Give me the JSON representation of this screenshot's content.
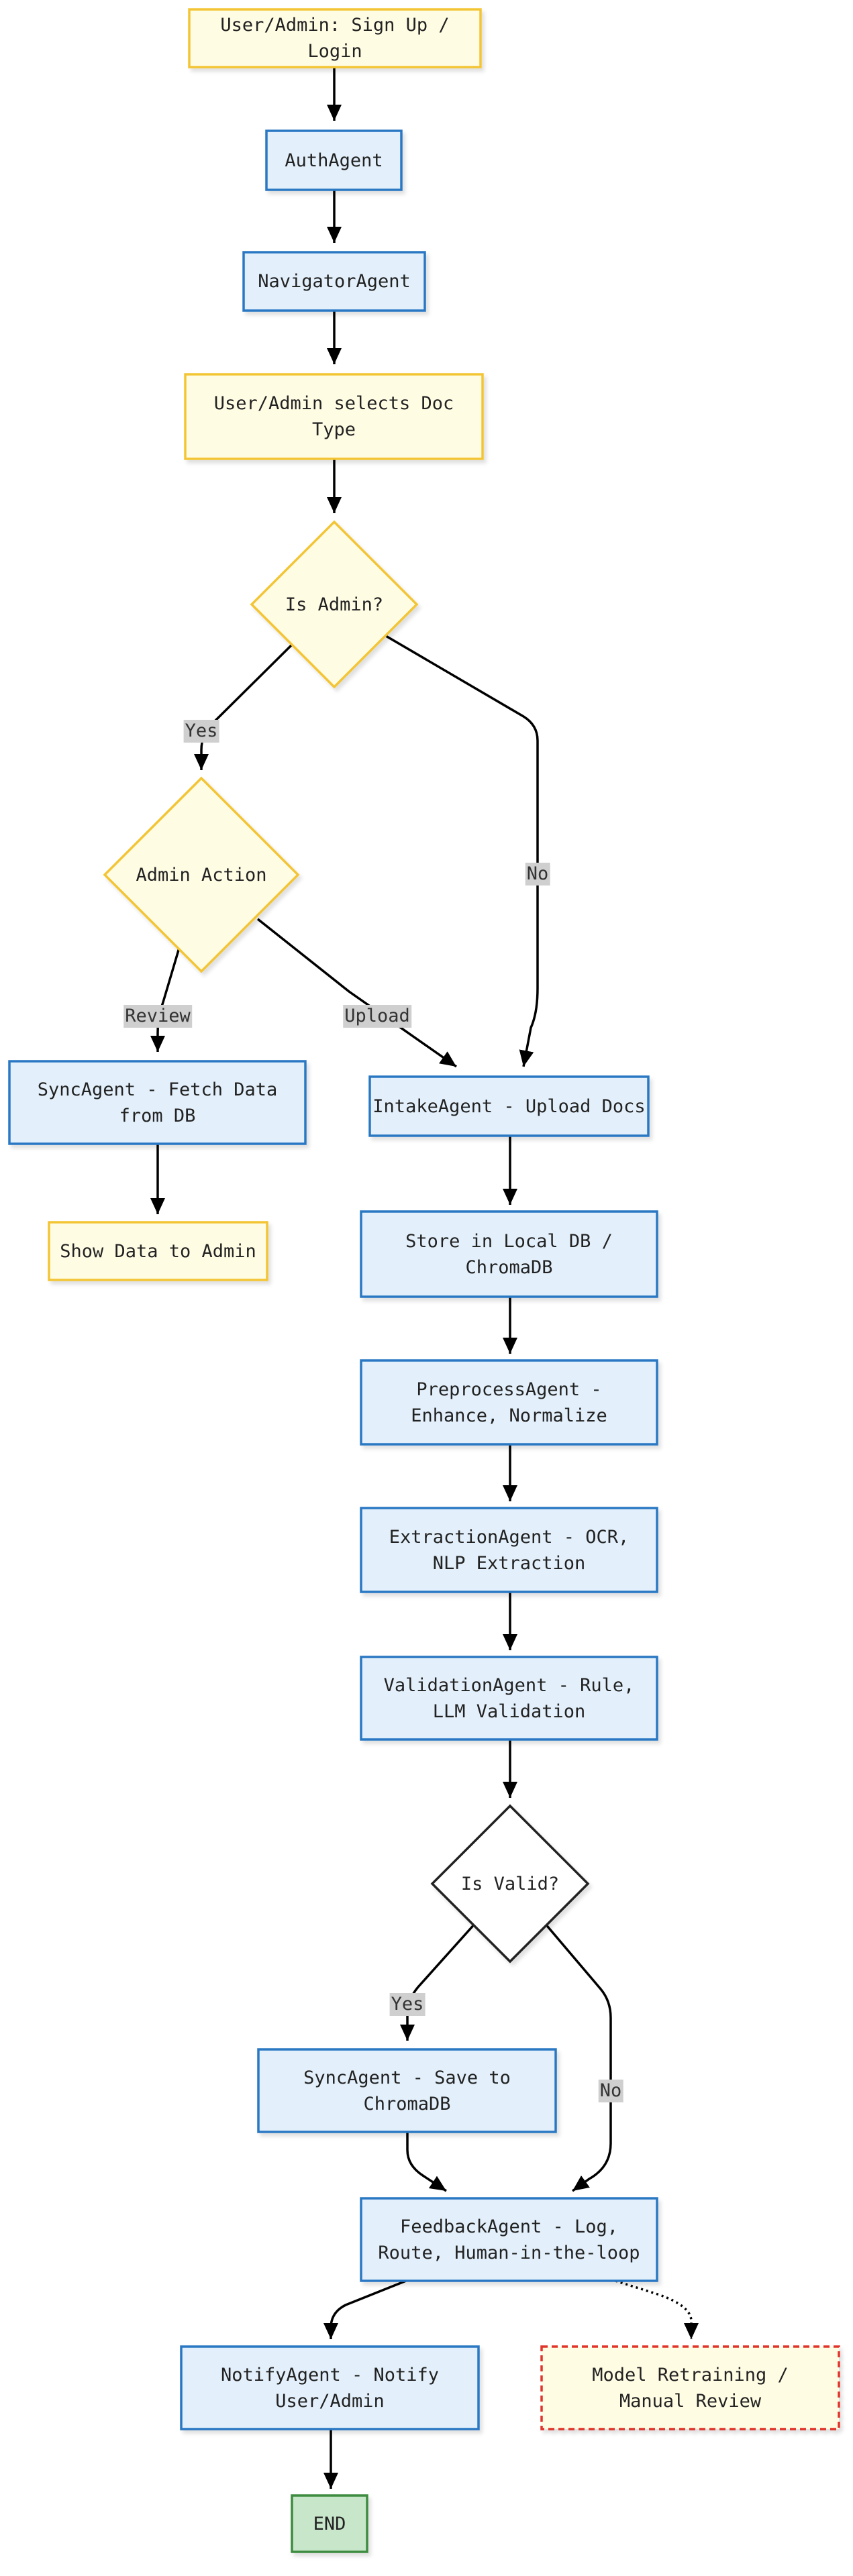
{
  "colors": {
    "process_fill": "#e3f0fb",
    "process_stroke": "#2a78c3",
    "io_fill": "#fffce4",
    "io_stroke": "#f3c534",
    "decision_fill": "#fffce4",
    "decision_stroke": "#f3c534",
    "decision_plain_fill": "#ffffff",
    "decision_plain_stroke": "#222222",
    "retrain_stroke": "#e0342b",
    "end_fill": "#c8e6c9",
    "end_stroke": "#3c8c40",
    "edge": "#000000"
  },
  "nodes": {
    "login": "User/Admin: Sign Up / Login",
    "auth_agent": "AuthAgent",
    "navigator_agent": "NavigatorAgent",
    "select_doc_type": "User/Admin selects Doc Type",
    "is_admin": "Is Admin?",
    "admin_action": "Admin Action",
    "sync_fetch": "SyncAgent - Fetch Data from DB",
    "show_data": "Show Data to Admin",
    "intake_agent": "IntakeAgent - Upload Docs",
    "store_local": "Store in Local DB / ChromaDB",
    "preprocess_agent": "PreprocessAgent - Enhance, Normalize",
    "extraction_agent": "ExtractionAgent - OCR, NLP Extraction",
    "validation_agent": "ValidationAgent - Rule, LLM Validation",
    "is_valid": "Is Valid?",
    "sync_save": "SyncAgent - Save to ChromaDB",
    "feedback_agent": "FeedbackAgent - Log, Route, Human-in-the-loop",
    "notify_agent": "NotifyAgent - Notify User/Admin",
    "model_retraining": "Model Retraining / Manual Review",
    "end": "END"
  },
  "edge_labels": {
    "is_admin_yes": "Yes",
    "is_admin_no": "No",
    "admin_review": "Review",
    "admin_upload": "Upload",
    "is_valid_yes": "Yes",
    "is_valid_no": "No"
  }
}
